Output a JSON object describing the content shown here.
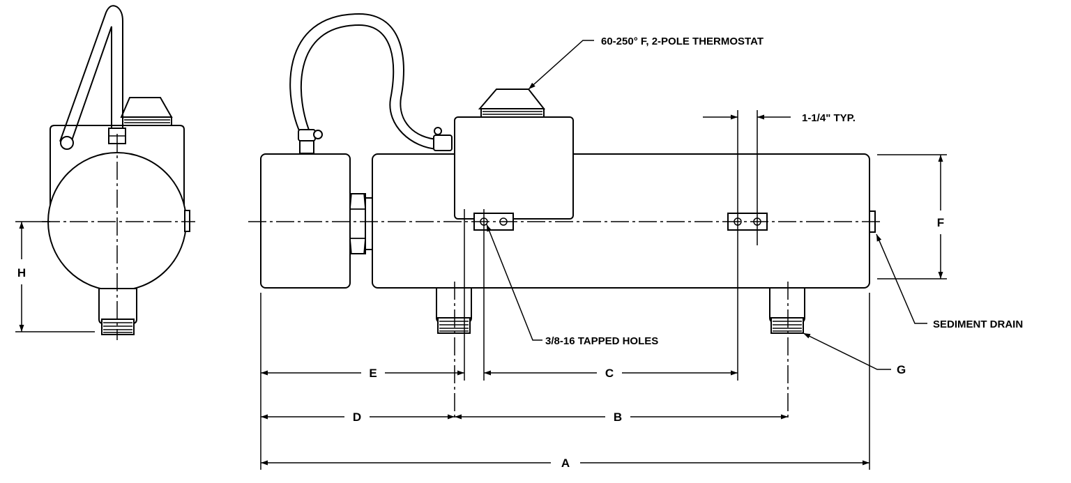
{
  "callouts": {
    "thermostat": "60-250° F, 2-POLE THERMOSTAT",
    "spacing": "1-1/4\" TYP.",
    "tapped_holes": "3/8-16 TAPPED HOLES",
    "sediment_drain": "SEDIMENT DRAIN",
    "g": "G"
  },
  "dimensions": {
    "a": "A",
    "b": "B",
    "c": "C",
    "d": "D",
    "e": "E",
    "f": "F",
    "h": "H"
  }
}
